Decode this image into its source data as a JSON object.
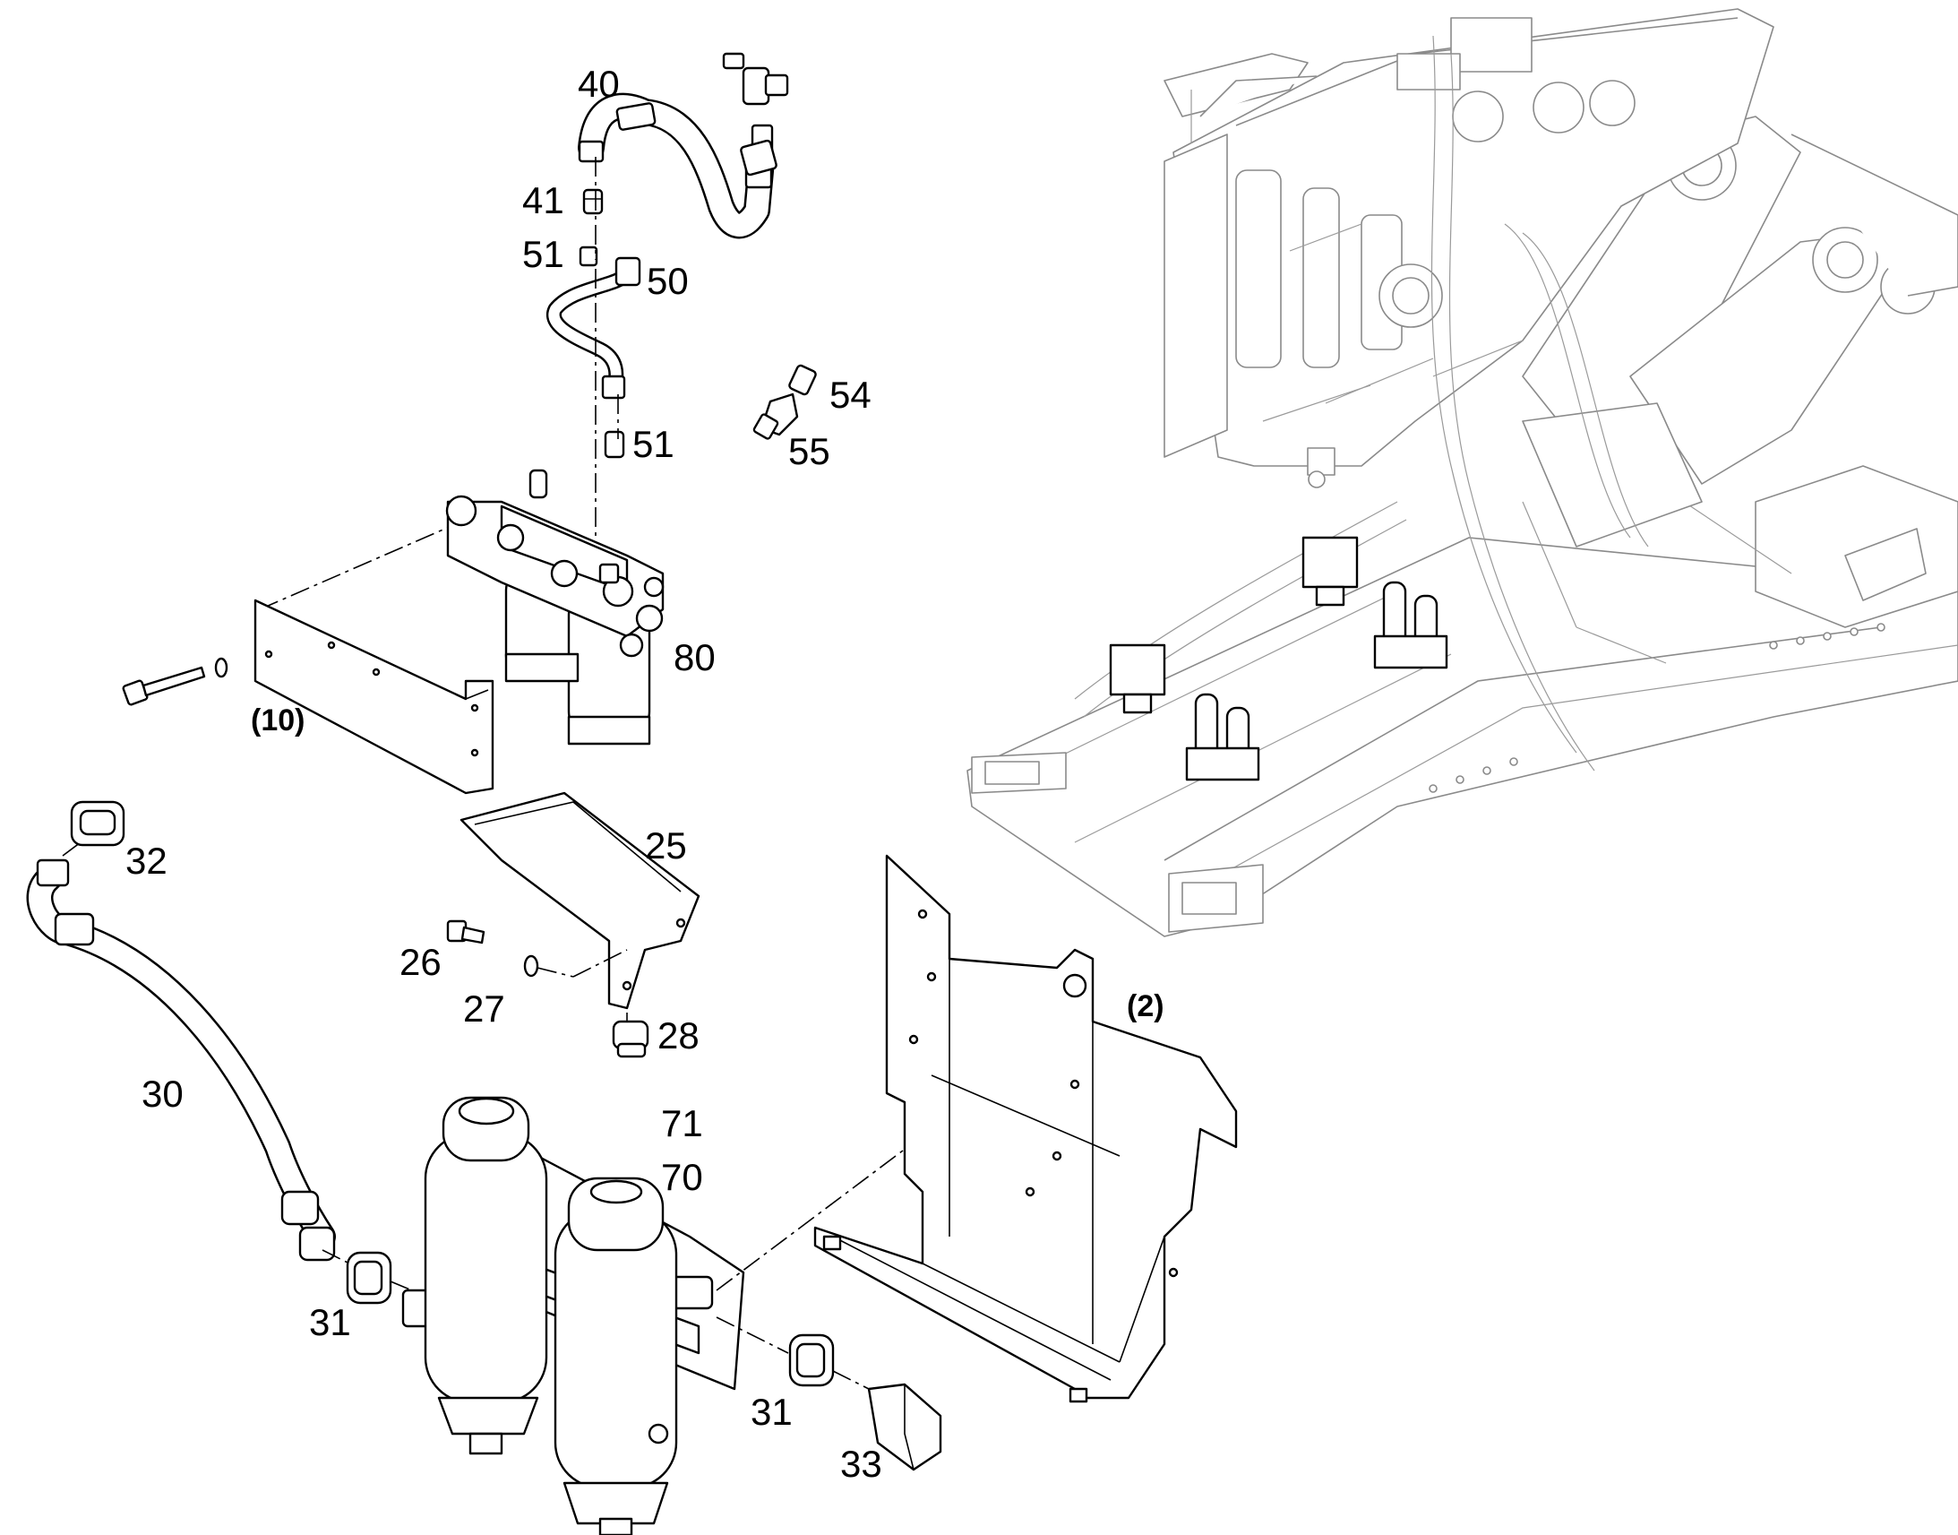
{
  "diagram": {
    "callouts": {
      "c40": "40",
      "c41": "41",
      "c51a": "51",
      "c50": "50",
      "c51b": "51",
      "c54": "54",
      "c55": "55",
      "c80": "80",
      "c10": "(10)",
      "c32": "32",
      "c25": "25",
      "c26": "26",
      "c27": "27",
      "c28": "28",
      "c2": "(2)",
      "c30": "30",
      "c71": "71",
      "c70": "70",
      "c31a": "31",
      "c31b": "31",
      "c33": "33"
    }
  }
}
